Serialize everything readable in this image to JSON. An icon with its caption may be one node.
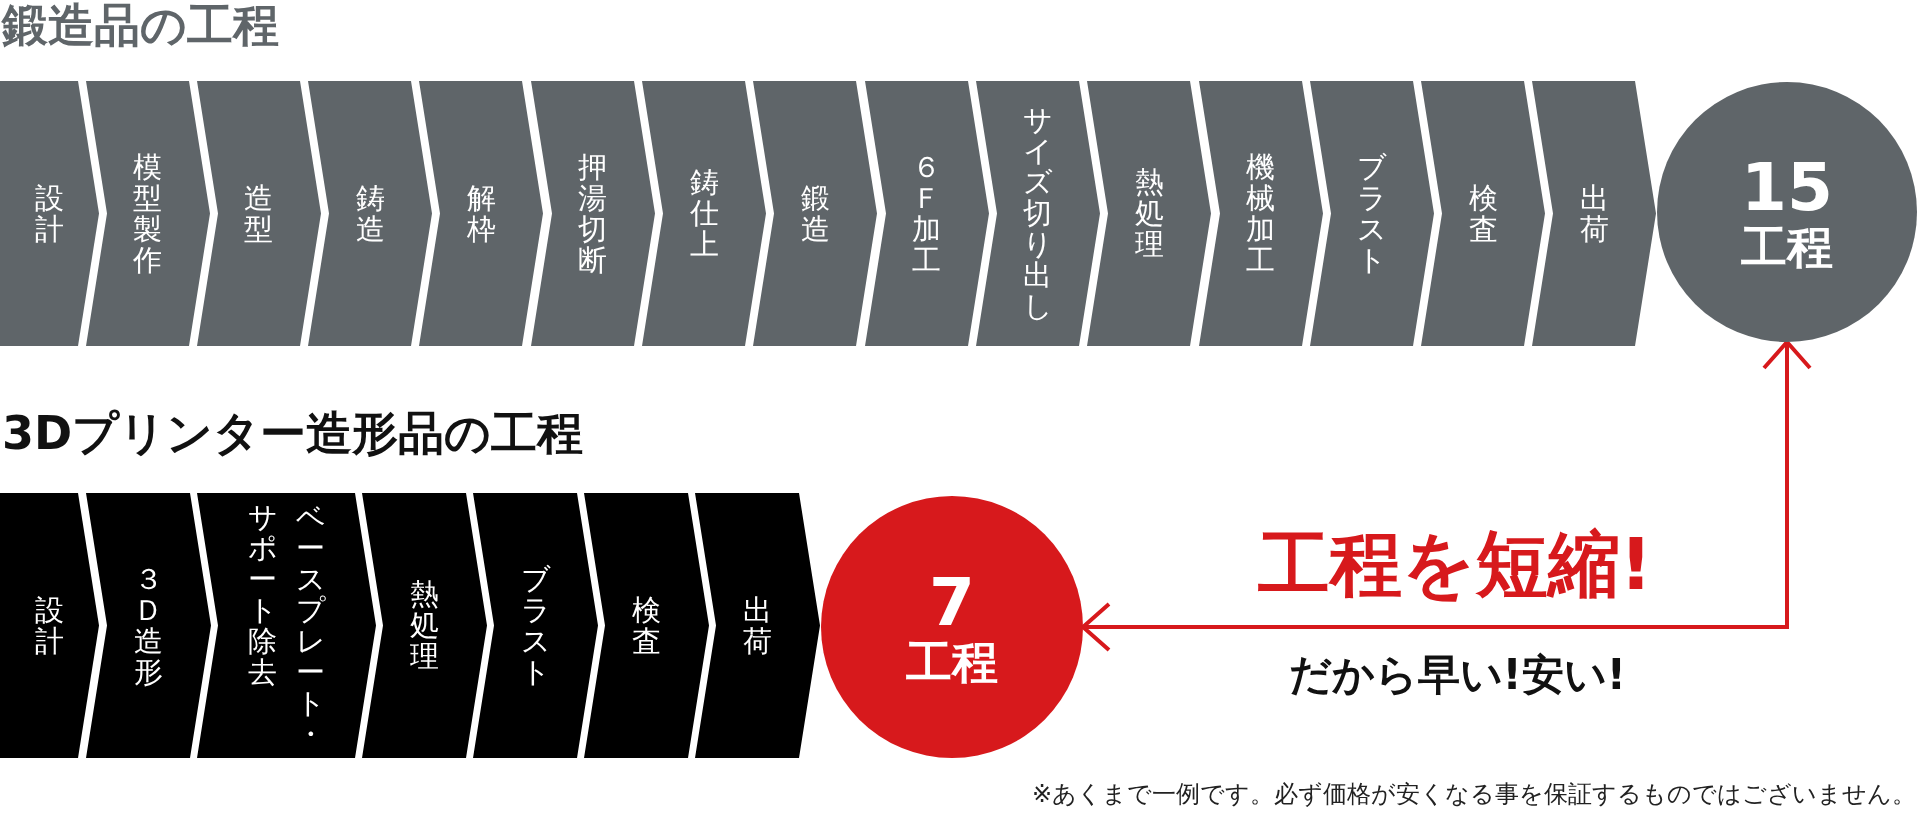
{
  "diagram": {
    "nodes": [
      {
        "text": [
          "設計"
        ]
      },
      {
        "text": [
          "模型製作"
        ]
      },
      {
        "text": [
          "造型"
        ]
      },
      {
        "text": [
          "鋳造"
        ]
      },
      {
        "text": [
          "解枠"
        ]
      },
      {
        "text": [
          "押湯切断"
        ]
      },
      {
        "text": [
          "鋳仕上"
        ]
      },
      {
        "text": [
          "鍛造"
        ]
      },
      {
        "text": [
          "６Ｆ加工"
        ]
      },
      {
        "text": [
          "サイズ切り出し"
        ]
      },
      {
        "text": [
          "熱処理"
        ]
      },
      {
        "text": [
          "機械加工"
        ]
      },
      {
        "text": [
          "ブラスト"
        ]
      },
      {
        "text": [
          "検査"
        ]
      },
      {
        "text": [
          "出荷"
        ]
      },
      {
        "text": [
          "15",
          "工程"
        ]
      },
      {
        "text": [
          "設計"
        ]
      },
      {
        "text": [
          "３Ｄ造形"
        ]
      },
      {
        "text": [
          "ベースプレート・サポート除去"
        ]
      },
      {
        "text": [
          "熱処理"
        ]
      },
      {
        "text": [
          "ブラスト"
        ]
      },
      {
        "text": [
          "検査"
        ]
      },
      {
        "text": [
          "出荷"
        ]
      },
      {
        "text": [
          "7",
          "工程"
        ]
      }
    ],
    "edges": [
      {
        "from": 15,
        "to": 23,
        "arrow": "both",
        "label": "工程を短縮!",
        "color": "#d7191c"
      }
    ],
    "labels": [
      "鍛造品の工程",
      "3Dプリンター造形品の工程",
      "だから早い!安い!",
      "※あくまで一例です。必ず価格が安くなる事を保証するものではございません。"
    ]
  }
}
